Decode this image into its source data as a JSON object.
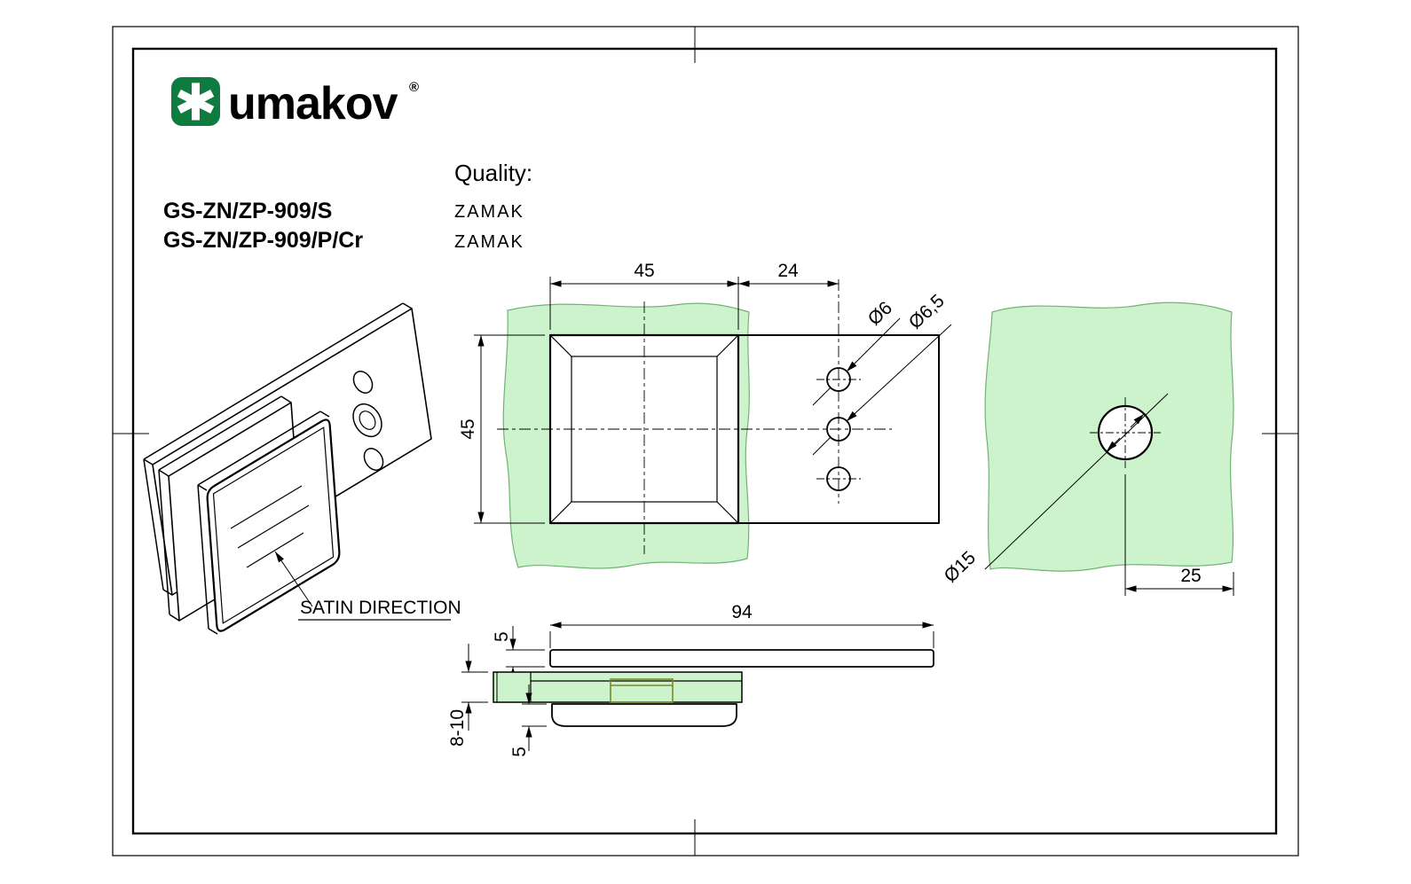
{
  "brand": {
    "logo_text": "umakov",
    "registered": "®"
  },
  "header": {
    "quality_label": "Quality:",
    "products": [
      {
        "code": "GS-ZN/ZP-909/S",
        "quality": "ZAMAK"
      },
      {
        "code": "GS-ZN/ZP-909/P/Cr",
        "quality": "ZAMAK"
      }
    ]
  },
  "iso_view": {
    "satin_label": "SATIN DIRECTION"
  },
  "front_view": {
    "dim_top_width": "45",
    "dim_plate_offset": "24",
    "dim_side_height": "45",
    "dim_hole_small": "Ø6",
    "dim_hole_large": "Ø6,5"
  },
  "side_view": {
    "dim_hole": "Ø15",
    "dim_edge": "25"
  },
  "bottom_view": {
    "dim_length": "94",
    "dim_top_thickness": "5",
    "dim_cover_thickness": "5",
    "dim_glass_thickness": "8-10"
  },
  "colors": {
    "brand_green": "#0e7c3f",
    "glass_green": "#cdf3cd",
    "pocket_olive": "#7a8a2a"
  }
}
